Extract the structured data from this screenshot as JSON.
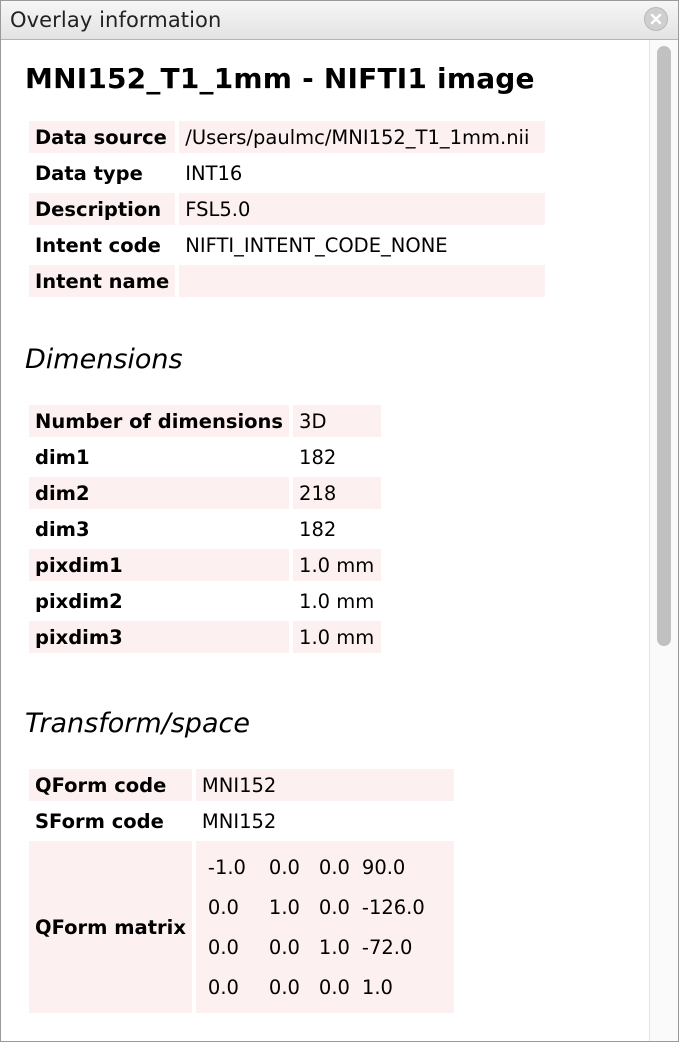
{
  "window": {
    "title": "Overlay information",
    "close_icon": "close-icon"
  },
  "heading": "MNI152_T1_1mm - NIFTI1 image",
  "general": [
    {
      "key": "Data source",
      "value": "/Users/paulmc/MNI152_T1_1mm.nii"
    },
    {
      "key": "Data type",
      "value": "INT16"
    },
    {
      "key": "Description",
      "value": "FSL5.0"
    },
    {
      "key": "Intent code",
      "value": "NIFTI_INTENT_CODE_NONE"
    },
    {
      "key": "Intent name",
      "value": ""
    }
  ],
  "dimensions": {
    "title": "Dimensions",
    "rows": [
      {
        "key": "Number of dimensions",
        "value": "3D"
      },
      {
        "key": "dim1",
        "value": "182"
      },
      {
        "key": "dim2",
        "value": "218"
      },
      {
        "key": "dim3",
        "value": "182"
      },
      {
        "key": "pixdim1",
        "value": "1.0 mm"
      },
      {
        "key": "pixdim2",
        "value": "1.0 mm"
      },
      {
        "key": "pixdim3",
        "value": "1.0 mm"
      }
    ]
  },
  "transform": {
    "title": "Transform/space",
    "rows": [
      {
        "key": "QForm code",
        "value": "MNI152"
      },
      {
        "key": "SForm code",
        "value": "MNI152"
      }
    ],
    "matrix_label": "QForm matrix",
    "matrix": [
      [
        "-1.0",
        "0.0",
        "0.0",
        "90.0"
      ],
      [
        "0.0",
        "1.0",
        "0.0",
        "-126.0"
      ],
      [
        "0.0",
        "0.0",
        "1.0",
        "-72.0"
      ],
      [
        "0.0",
        "0.0",
        "0.0",
        "1.0"
      ]
    ]
  },
  "colors": {
    "row_shade": "#fdf0f0",
    "scroll_thumb": "#c1c1c1"
  }
}
